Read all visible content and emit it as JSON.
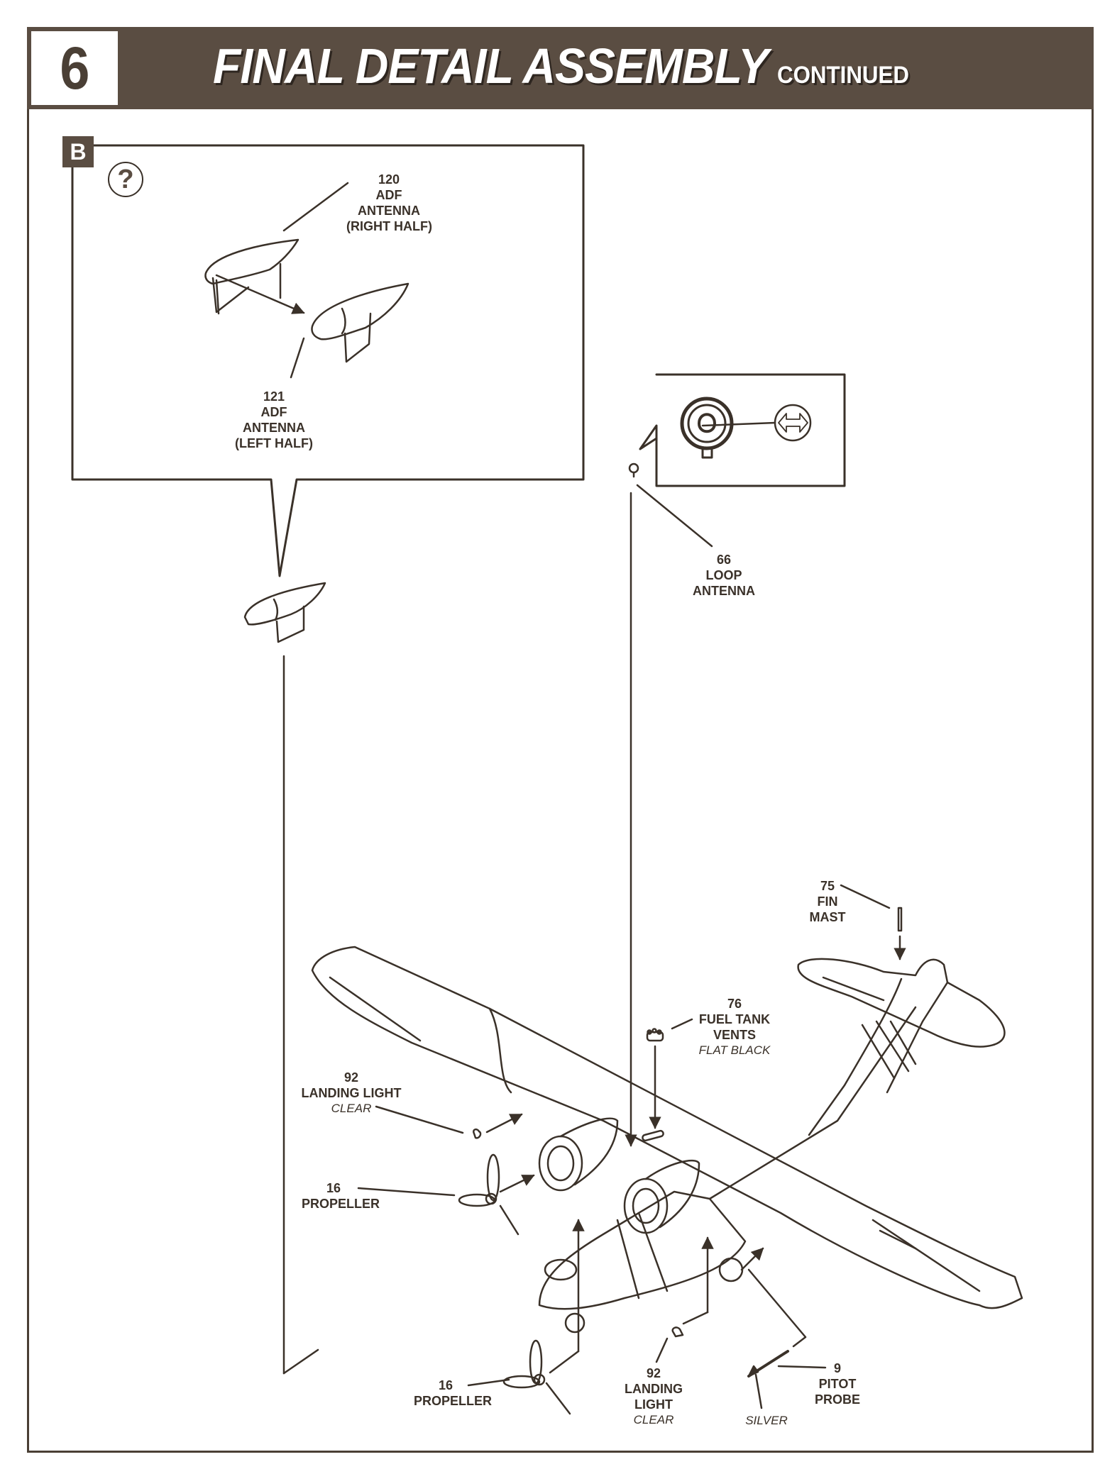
{
  "header": {
    "step_number": "6",
    "title": "FINAL DETAIL ASSEMBLY",
    "subtitle": "CONTINUED"
  },
  "inset_b": {
    "badge": "B",
    "help_icon": "question-mark-circle-icon",
    "parts": [
      {
        "number": "120",
        "name_line1": "ADF",
        "name_line2": "ANTENNA",
        "name_line3": "(RIGHT HALF)"
      },
      {
        "number": "121",
        "name_line1": "ADF",
        "name_line2": "ANTENNA",
        "name_line3": "(LEFT HALF)"
      }
    ]
  },
  "loop_inset": {
    "icon_left": "loop-antenna-alignment-icon",
    "icon_right": "rotate-align-arrows-icon"
  },
  "callouts": {
    "loop_antenna": {
      "number": "66",
      "line1": "LOOP",
      "line2": "ANTENNA"
    },
    "fin_mast": {
      "number": "75",
      "line1": "FIN",
      "line2": "MAST"
    },
    "fuel_tank_vents": {
      "number": "76",
      "line1": "FUEL TANK",
      "line2": "VENTS",
      "paint": "FLAT BLACK"
    },
    "landing_light_upper": {
      "number": "92",
      "line1": "LANDING LIGHT",
      "paint": "CLEAR"
    },
    "propeller_upper": {
      "number": "16",
      "line1": "PROPELLER"
    },
    "propeller_lower": {
      "number": "16",
      "line1": "PROPELLER"
    },
    "landing_light_lower": {
      "number": "92",
      "line1": "LANDING",
      "line2": "LIGHT",
      "paint": "CLEAR"
    },
    "pitot_probe": {
      "number": "9",
      "line1": "PITOT",
      "line2": "PROBE",
      "paint": "SILVER"
    }
  }
}
